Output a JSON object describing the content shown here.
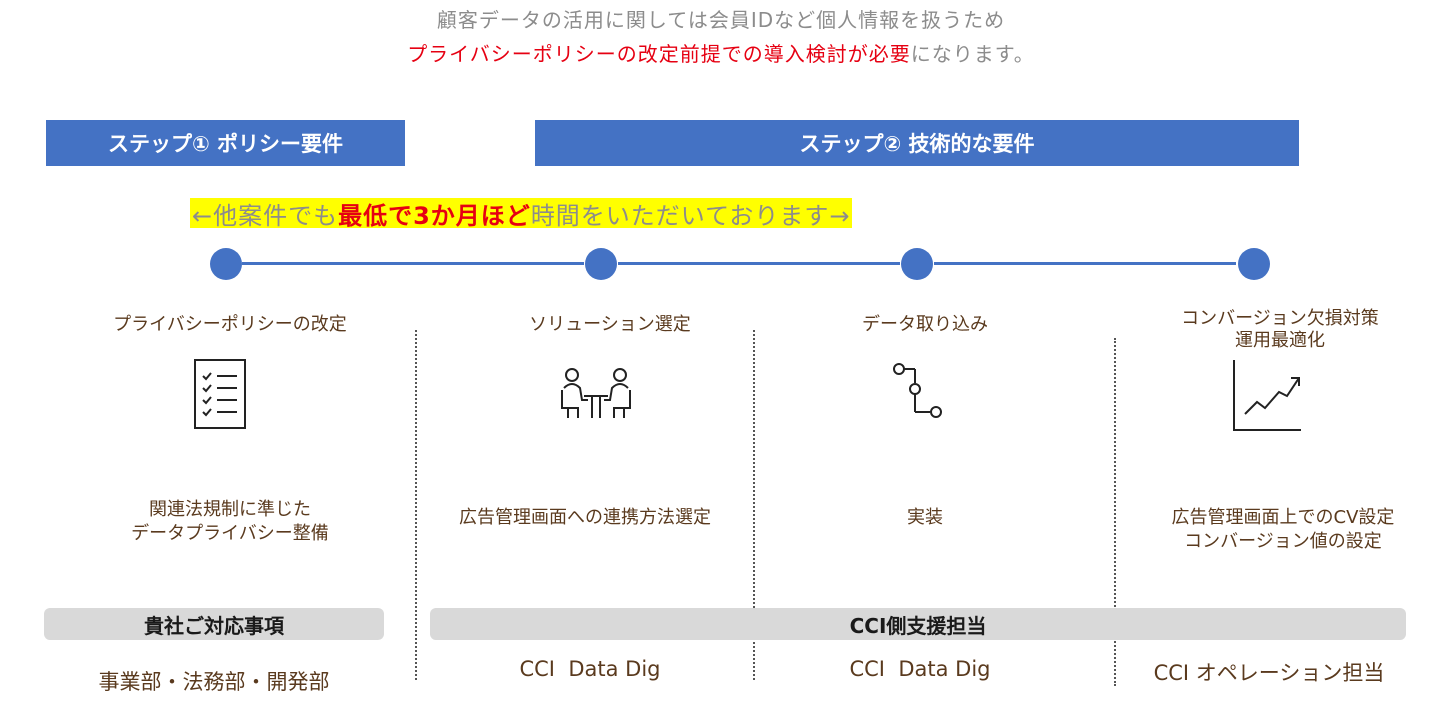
{
  "intro": {
    "line1": "顧客データの活用に関しては会員IDなど個人情報を扱うため",
    "line2_red": "プライバシーポリシーの改定前提での導入検討が必要",
    "line2_rest": "になります。"
  },
  "steps": {
    "step1": "ステップ① ポリシー要件",
    "step2": "ステップ② 技術的な要件"
  },
  "highlight": {
    "prefix": "←他案件でも",
    "emphasis": "最低で3か月ほど",
    "suffix": "時間をいただいております→"
  },
  "columns": [
    {
      "title": "プライバシーポリシーの改定",
      "icon": "checklist-icon",
      "desc_line1": "関連法規制に準じた",
      "desc_line2": "データプライバシー整備"
    },
    {
      "title": "ソリューション選定",
      "icon": "meeting-icon",
      "desc_line1": "広告管理画面への連携方法選定",
      "desc_line2": ""
    },
    {
      "title": "データ取り込み",
      "icon": "data-flow-icon",
      "desc_line1": "実装",
      "desc_line2": ""
    },
    {
      "title_line1": "コンバージョン欠損対策",
      "title_line2": "運用最適化",
      "icon": "growth-chart-icon",
      "desc_line1": "広告管理画面上でのCV設定",
      "desc_line2": "コンバージョン値の設定"
    }
  ],
  "owners": {
    "client_bar": "貴社ご対応事項",
    "cci_bar": "CCI側支援担当"
  },
  "bottom_labels": [
    "事業部・法務部・開発部",
    "CCI  Data Dig",
    "CCI  Data Dig",
    "CCI オペレーション担当"
  ],
  "colors": {
    "accent_blue": "#4472c4",
    "emphasis_red": "#e60012",
    "highlight_yellow": "#ffff00",
    "bar_gray": "#d9d9d9"
  }
}
